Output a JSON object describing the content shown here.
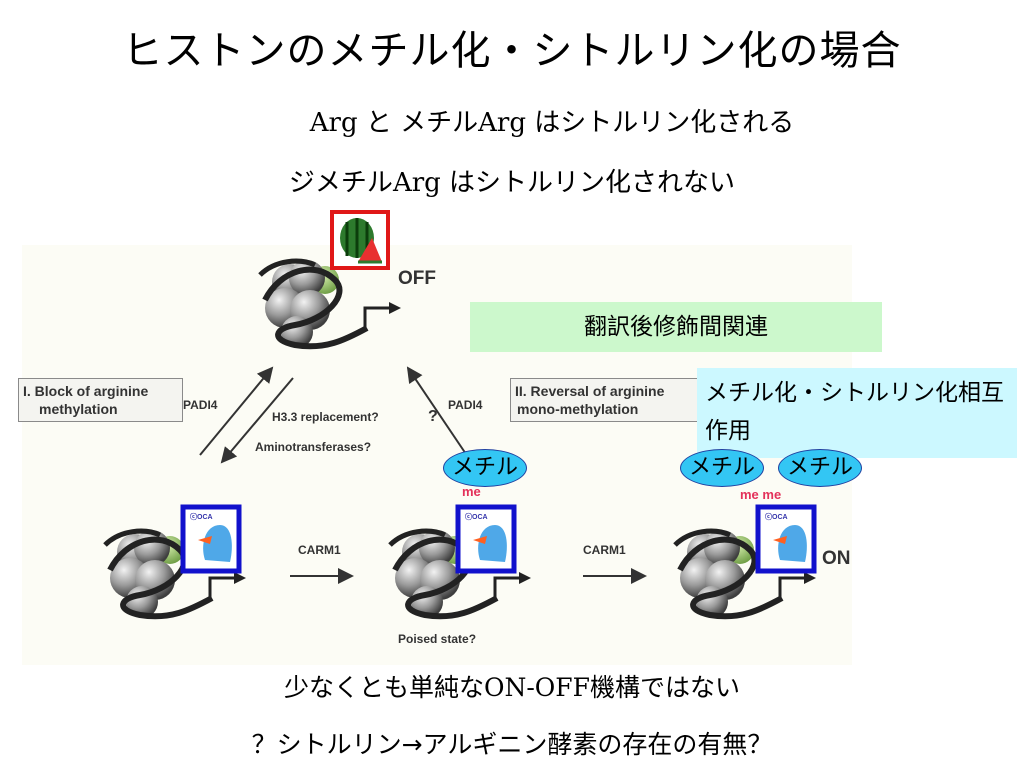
{
  "slide": {
    "title": "ヒストンのメチル化・シトルリン化の場合",
    "subtitle1": {
      "arg": "Arg",
      "mid": " と メチル",
      "arg2": "Arg",
      "end": " はシトルリン化される"
    },
    "subtitle2": {
      "start": "ジメチル",
      "arg": "Arg",
      "end": " はシトルリン化されない"
    },
    "bottom1": {
      "start": "少なくとも単純な",
      "latin": "ON-OFF",
      "end": "機構ではない"
    },
    "bottom2": "？シトルリン→アルギニン酵素の存在の有無？"
  },
  "figure": {
    "panel1": {
      "line1": "I. Block of arginine",
      "line2": "methylation"
    },
    "panel2": {
      "line1": "II. Reversal of arginine",
      "line2": "mono-methylation"
    },
    "padi4_left": "PADI4",
    "padi4_right": "PADI4",
    "h33": "H3.3 replacement?",
    "question": "?",
    "amino": "Aminotransferases?",
    "carm1_a": "CARM1",
    "carm1_b": "CARM1",
    "off": "OFF",
    "on": "ON",
    "poised": "Poised state?",
    "me_single": "me",
    "me_double": "me me",
    "icon_label": "ⓒOCA"
  },
  "annotations": {
    "green_box": "翻訳後修飾間関連",
    "blue_box": "メチル化・シトルリン化相互作用",
    "oval1": "メチル",
    "oval2": "メチル",
    "oval3": "メチル"
  },
  "colors": {
    "green_box": "#ccf8cc",
    "blue_box": "#ccf8ff",
    "oval": "#33c6f4",
    "me_text": "#e3315a",
    "icon_frame": "#1111cc",
    "watermelon_frame": "#e01818"
  },
  "icons": [
    "nucleosome-icon",
    "watermelon-icon",
    "mole-icon",
    "arrow-icon"
  ]
}
